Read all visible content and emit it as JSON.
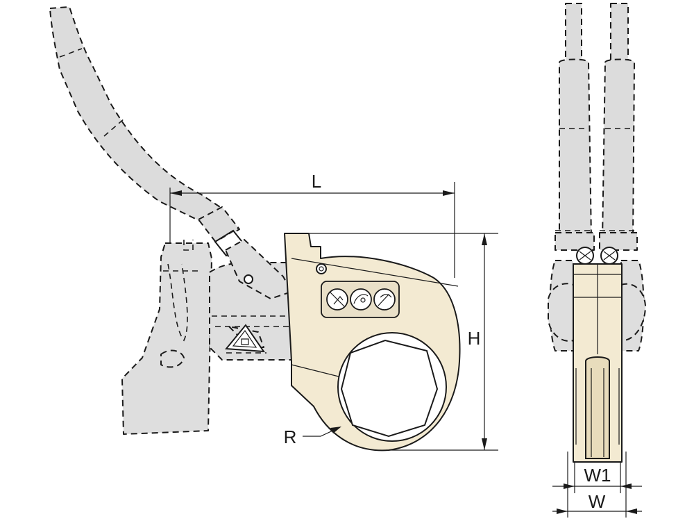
{
  "dimensions": {
    "L": "L",
    "H": "H",
    "R": "R",
    "W1": "W1",
    "W": "W"
  },
  "icons": [
    "no-disassembly-icon",
    "hose-connection-icon",
    "wrench-icon"
  ],
  "colors": {
    "tool_body": "#f3ead2",
    "ghost_parts": "#dedede",
    "outline": "#1a1a1a"
  }
}
